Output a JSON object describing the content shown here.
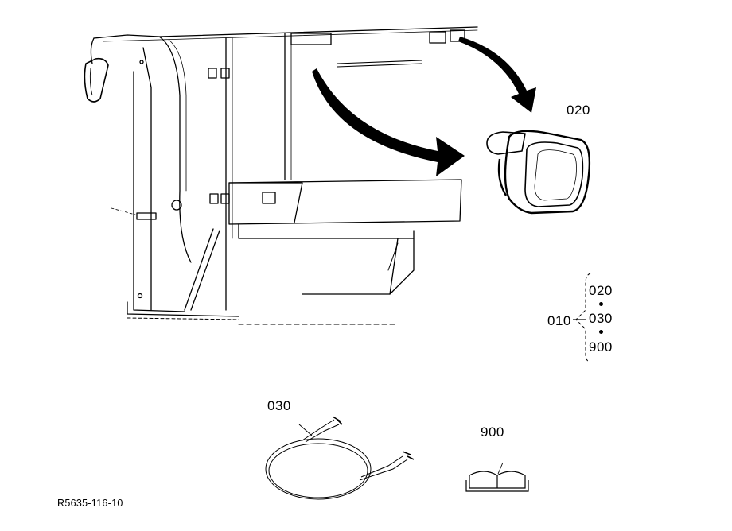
{
  "callouts": {
    "lamp": "020",
    "harness": "030",
    "manual": "900"
  },
  "assembly": {
    "parent": "010",
    "children": [
      "020",
      "030",
      "900"
    ]
  },
  "figure_number": "R5635-116-10",
  "colors": {
    "ink": "#000000",
    "paper": "#ffffff"
  }
}
